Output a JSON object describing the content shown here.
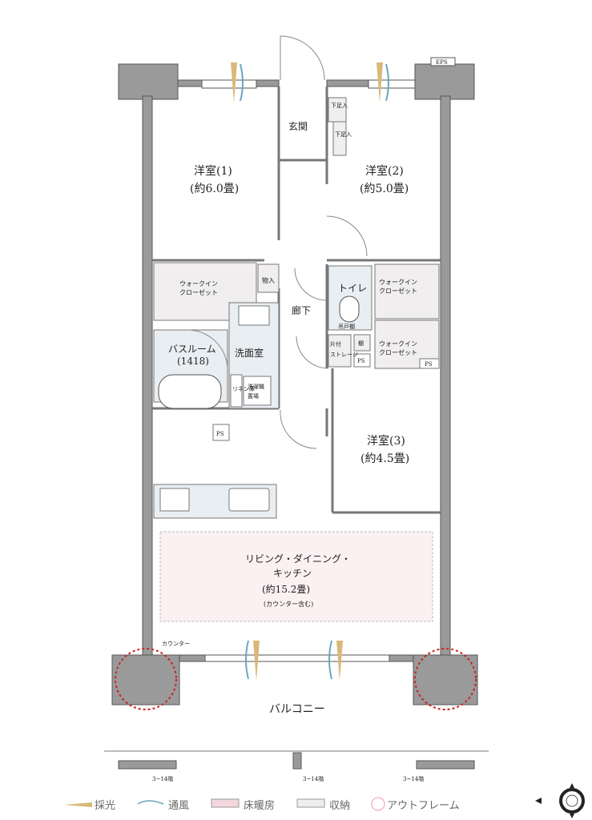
{
  "rooms": {
    "western1": {
      "name": "洋室(1)",
      "size": "(約6.0畳)"
    },
    "western2": {
      "name": "洋室(2)",
      "size": "(約5.0畳)"
    },
    "western3": {
      "name": "洋室(3)",
      "size": "(約4.5畳)"
    },
    "entrance": "玄関",
    "shoe1": "下足入",
    "shoe2": "下足入",
    "eps": "EPS",
    "wic_left": [
      "ウォークイン",
      "クローゼット"
    ],
    "wic_right1": [
      "ウォークイン",
      "クローゼット"
    ],
    "wic_right2": [
      "ウォークイン",
      "クローゼット"
    ],
    "storage": "物入",
    "toilet": "トイレ",
    "hanging_shelf": "吊戸棚",
    "corridor": "廊下",
    "bathroom": {
      "name": "バスルーム",
      "size": "(1418)"
    },
    "washroom": "洗面室",
    "linen": "リネン庫",
    "washer": [
      "洗濯機",
      "置場"
    ],
    "tidy_storage": [
      "片付",
      "ストレージ"
    ],
    "shelf": "棚",
    "ps": "PS",
    "ldk": {
      "line1": "リビング・ダイニング・",
      "line2": "キッチン",
      "size": "(約15.2畳)",
      "note": "(カウンター含む)"
    },
    "counter": "カウンター",
    "balcony": "バルコニー",
    "floors_note": "3~14階"
  },
  "legend": [
    {
      "label": "採光",
      "symbol": "light",
      "color": "#d9b878"
    },
    {
      "label": "通風",
      "symbol": "wind",
      "color": "#6aa6c0"
    },
    {
      "label": "床暖房",
      "symbol": "floor-heating",
      "color": "#f2d8de"
    },
    {
      "label": "収納",
      "symbol": "storage",
      "color": "#eeeeee"
    },
    {
      "label": "アウトフレーム",
      "symbol": "outframe",
      "color": "#e06a6a"
    }
  ],
  "colors": {
    "wall": "#9a9a9a",
    "storage_fill": "#f0eeee",
    "wet_fill": "#e9eef2",
    "floor_heating": "#fbf1f2",
    "outframe": "#cc2222"
  }
}
